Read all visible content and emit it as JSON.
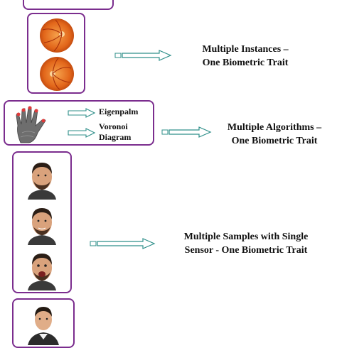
{
  "groups": {
    "instances": {
      "label_line1": "Multiple Instances –",
      "label_line2": "One Biometric Trait"
    },
    "algorithms": {
      "eigenpalm": "Eigenpalm",
      "voronoi_line1": "Voronoi",
      "voronoi_line2": "Diagram",
      "label_line1": "Multiple Algorithms –",
      "label_line2": "One Biometric Trait"
    },
    "samples": {
      "label_line1": "Multiple Samples with Single",
      "label_line2": "Sensor - One Biometric Trait"
    }
  },
  "colors": {
    "border": "#7b2d8e",
    "arrow": "#2f8f8a",
    "retina": "#e8701a",
    "text": "#111111"
  }
}
